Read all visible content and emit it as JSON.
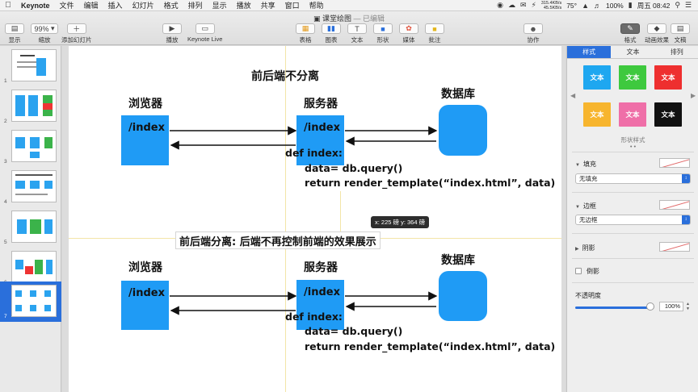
{
  "menubar": {
    "app": "Keynote",
    "items": [
      "文件",
      "编辑",
      "插入",
      "幻灯片",
      "格式",
      "排列",
      "显示",
      "播放",
      "共享",
      "窗口",
      "帮助"
    ],
    "net_up": "315.4KB/s",
    "net_down": "45.5KB/s",
    "temperature": "75°",
    "battery": "100%",
    "clock": "周五 08:42"
  },
  "toolbar": {
    "doc_title": "课堂绘图",
    "edited": "— 已编辑",
    "view_label": "显示",
    "zoom_value": "99%",
    "zoom_label": "缩放",
    "add_slide_label": "添加幻灯片",
    "play_label": "播放",
    "keynote_live_label": "Keynote Live",
    "table_label": "表格",
    "chart_label": "图表",
    "text_label": "文本",
    "shape_label": "形状",
    "media_label": "媒体",
    "comment_label": "批注",
    "collaborate_label": "协作",
    "format_label": "格式",
    "animate_label": "动画效果",
    "document_label": "文稿"
  },
  "navigator": {
    "slides": [
      "1",
      "2",
      "3",
      "4",
      "5",
      "6",
      "7"
    ],
    "selected": "7"
  },
  "slide": {
    "top_title": "前后端不分离",
    "browser": "浏览器",
    "server": "服务器",
    "database": "数据库",
    "index_path": "/index",
    "code_def": "def index:",
    "code_data": "data= db.query()",
    "code_return": "return render_template(“index.html”, data)",
    "bottom_title": "前后端分离: 后端不再控制前端的效果展示",
    "coord_tip": "x: 225 磅  y: 364 磅"
  },
  "inspector": {
    "tabs": [
      "样式",
      "文本",
      "排列"
    ],
    "active_tab": "样式",
    "swatch_text": "文本",
    "swatch_colors": [
      "#1ea7f0",
      "#3ec93e",
      "#ee2f2f",
      "#f7b52e",
      "#ef6fa8",
      "#111111"
    ],
    "shape_styles_label": "形状样式",
    "fill_label": "填充",
    "fill_value": "无填充",
    "border_label": "边框",
    "border_value": "无边框",
    "shadow_label": "阴影",
    "reflection_label": "倒影",
    "opacity_label": "不透明度",
    "opacity_value": "100%"
  }
}
